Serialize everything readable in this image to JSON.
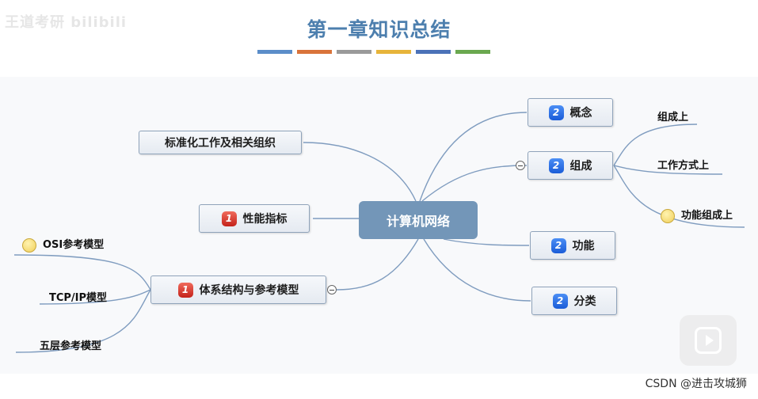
{
  "title": "第一章知识总结",
  "title_bar_colors": [
    "#5b8dc9",
    "#d9733a",
    "#9a9a9a",
    "#e7b43a",
    "#4b72b8",
    "#6aa84f"
  ],
  "top_left_watermark": "王道考研 bilibili",
  "center": "计算机网络",
  "nodes": {
    "standardization": "标准化工作及相关组织",
    "performance": "性能指标",
    "architecture": "体系结构与参考模型",
    "concept": "概念",
    "composition": "组成",
    "function": "功能",
    "classification": "分类"
  },
  "badges": {
    "performance": "1",
    "architecture": "1",
    "concept": "2",
    "composition": "2",
    "function": "2",
    "classification": "2"
  },
  "leaves": {
    "osi": "OSI参考模型",
    "tcpip": "TCP/IP模型",
    "five_layer": "五层参考模型",
    "comp_structure": "组成上",
    "comp_working": "工作方式上",
    "comp_function": "功能组成上"
  },
  "credit": "CSDN @进击攻城狮",
  "colors": {
    "link": "#7f9cbf",
    "center_bg": "#7396b8",
    "title": "#4d7fae"
  }
}
